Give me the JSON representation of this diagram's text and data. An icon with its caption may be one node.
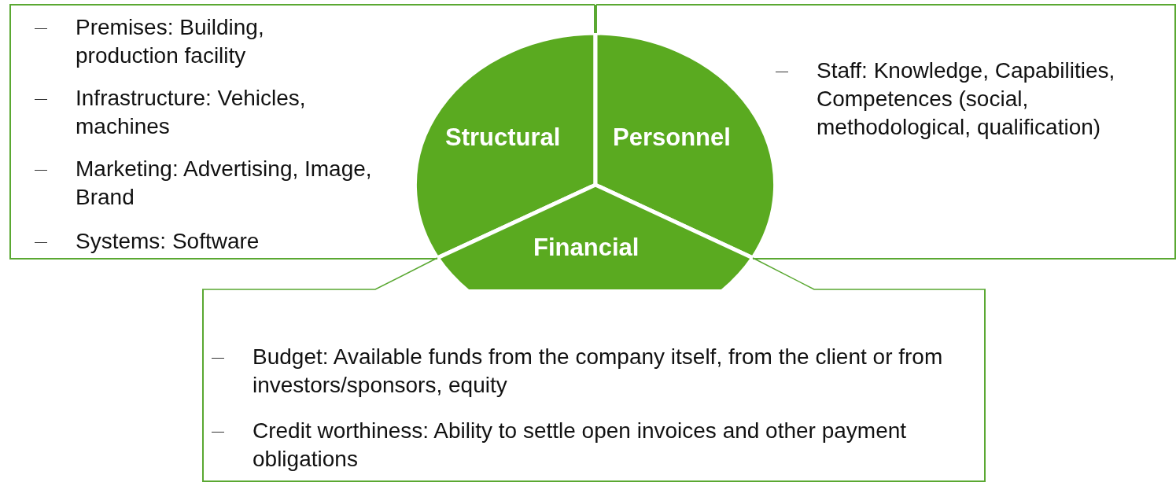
{
  "diagram": {
    "nodes": [
      {
        "text": [
          "Structural"
        ]
      },
      {
        "text": [
          "Personnel"
        ]
      },
      {
        "text": [
          "Financial"
        ]
      },
      {
        "text": [
          "Premises: Building, production facility",
          "Infrastructure: Vehicles, machines",
          "Marketing: Advertising, Image, Brand",
          "Systems: Software"
        ]
      },
      {
        "text": [
          "Staff: Knowledge, Capabilities, Competences (social, methodological, qualification)"
        ]
      },
      {
        "text": [
          "Budget: Available funds from the company itself, from the client or from investors/sponsors, equity",
          "Credit worthiness: Ability to settle open invoices and other payment obligations"
        ]
      }
    ],
    "edges": [
      {
        "from": 5,
        "to": 2,
        "arrow": "none"
      },
      {
        "from": 5,
        "to": 2,
        "arrow": "none"
      }
    ]
  }
}
